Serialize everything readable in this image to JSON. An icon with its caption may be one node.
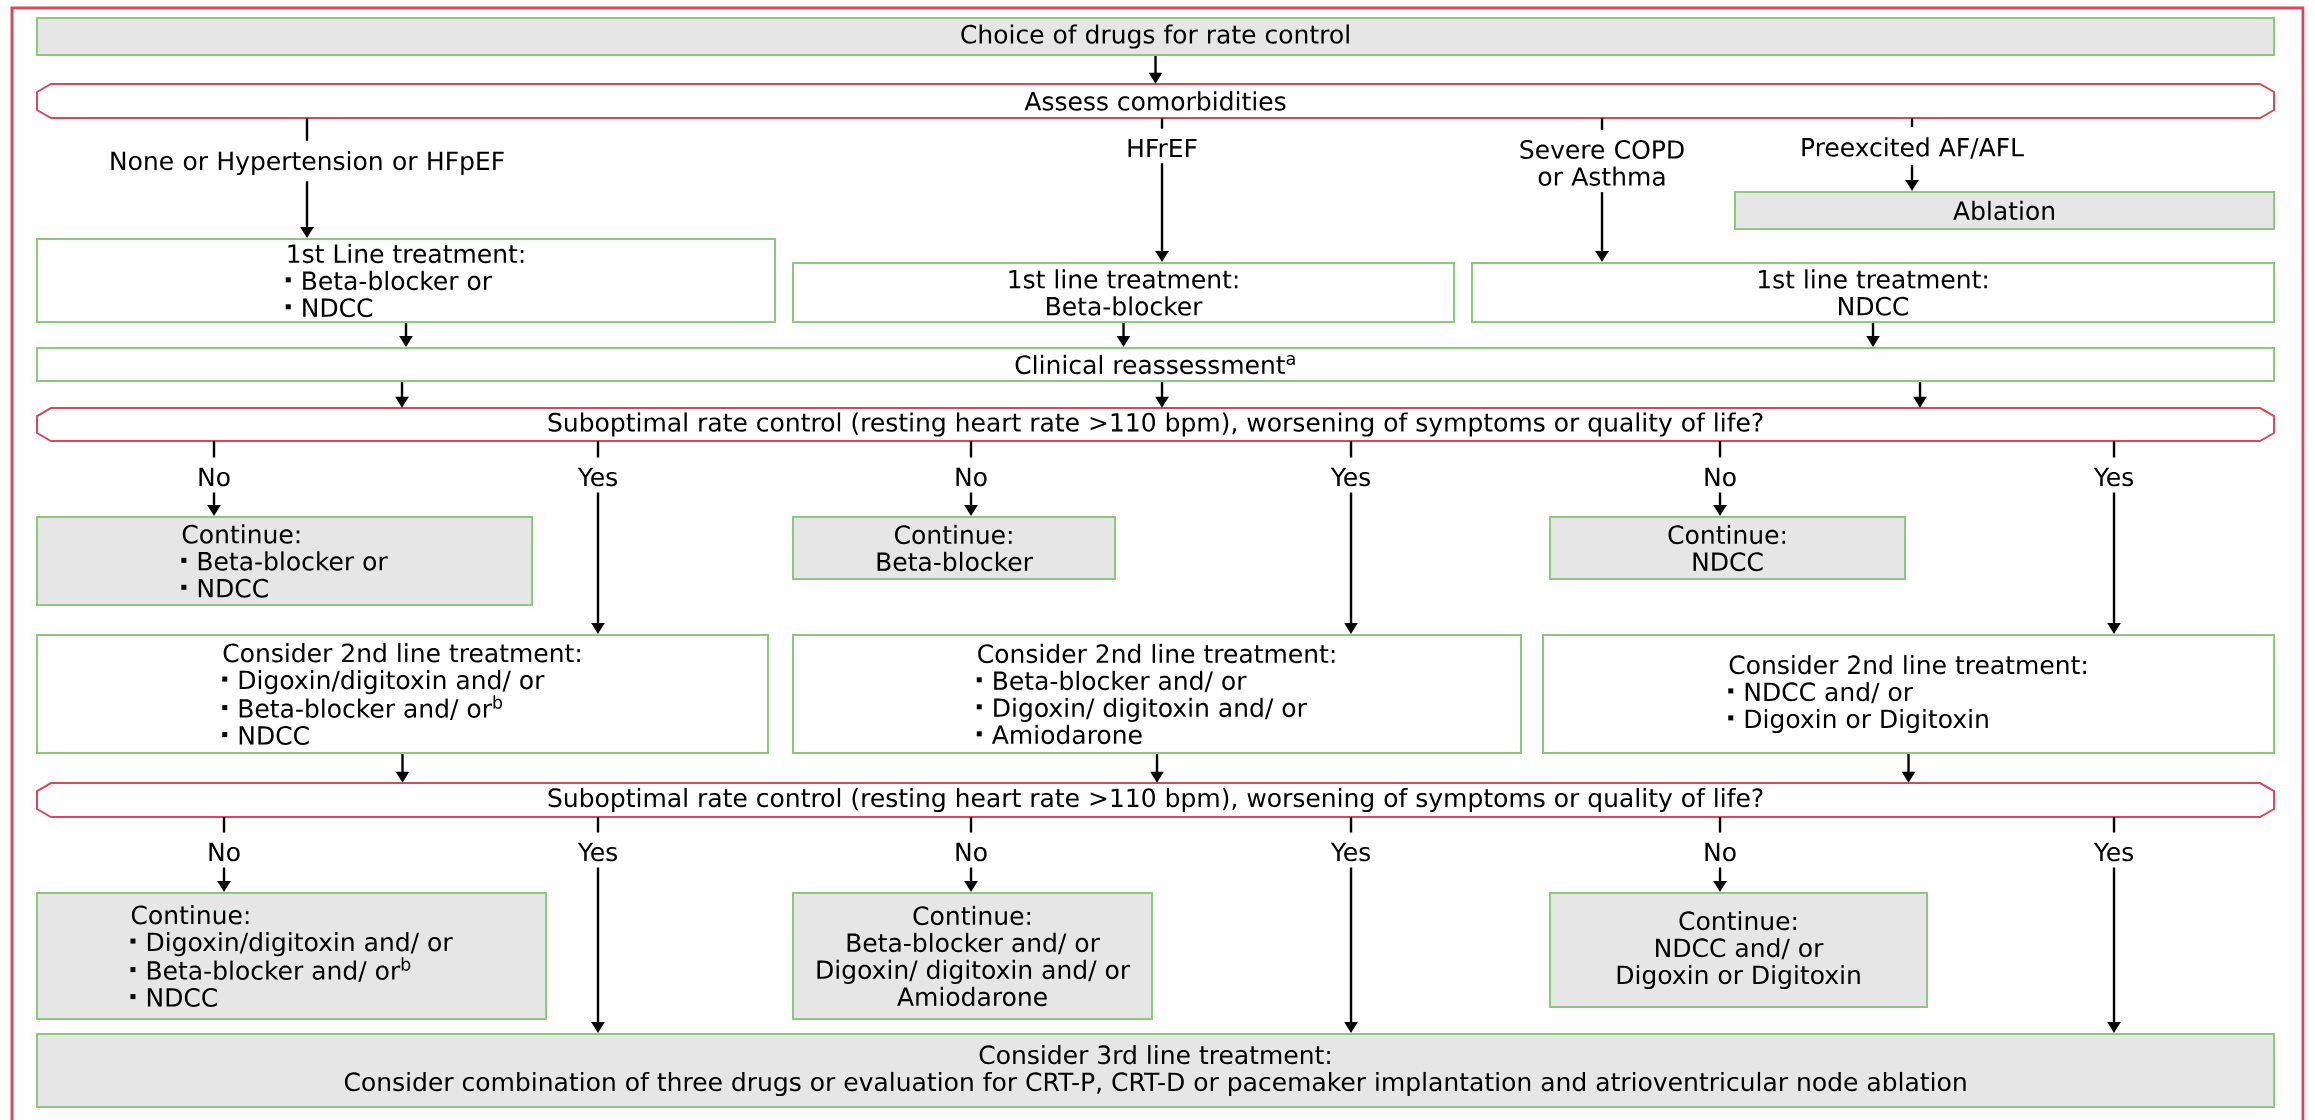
{
  "diagram": {
    "nodes": [
      {
        "text": [
          "Choice of drugs for rate control"
        ]
      },
      {
        "text": [
          "Assess comorbidities"
        ]
      },
      {
        "text": [
          "None or Hypertension or HFpEF"
        ]
      },
      {
        "text": [
          "HFrEF"
        ]
      },
      {
        "text": [
          "Severe COPD or Asthma"
        ]
      },
      {
        "text": [
          "Preexcited AF/AFL"
        ]
      },
      {
        "text": [
          "Ablation"
        ]
      },
      {
        "text": [
          "1st Line treatment:",
          "Beta-blocker or",
          "NDCC"
        ]
      },
      {
        "text": [
          "1st line treatment:",
          "Beta-blocker"
        ]
      },
      {
        "text": [
          "1st line treatment:",
          "NDCC"
        ]
      },
      {
        "text": [
          "Clinical reassessment$^{a}$"
        ]
      },
      {
        "text": [
          "Suboptimal rate control (resting heart rate >110 bpm), worsening of symptoms or quality of life?"
        ]
      },
      {
        "text": [
          "No"
        ]
      },
      {
        "text": [
          "Yes"
        ]
      },
      {
        "text": [
          "No"
        ]
      },
      {
        "text": [
          "Yes"
        ]
      },
      {
        "text": [
          "No"
        ]
      },
      {
        "text": [
          "Yes"
        ]
      },
      {
        "text": [
          "Continue:",
          "Beta-blocker or",
          "NDCC"
        ]
      },
      {
        "text": [
          "Continue:",
          "Beta-blocker"
        ]
      },
      {
        "text": [
          "Continue:",
          "NDCC"
        ]
      },
      {
        "text": [
          "Consider 2nd line treatment:",
          "Digoxin/digitoxin and/ or",
          "Beta-blocker and/ or$^{b}$",
          "NDCC"
        ]
      },
      {
        "text": [
          "Consider 2nd line treatment:",
          "Beta-blocker and/ or",
          "Digoxin/ digitoxin and/ or",
          "Amiodarone"
        ]
      },
      {
        "text": [
          "Consider 2nd line treatment:",
          "NDCC and/ or",
          "Digoxin or Digitoxin"
        ]
      },
      {
        "text": [
          "Suboptimal rate control (resting heart rate >110 bpm), worsening of symptoms or quality of life?"
        ]
      },
      {
        "text": [
          "No"
        ]
      },
      {
        "text": [
          "Yes"
        ]
      },
      {
        "text": [
          "No"
        ]
      },
      {
        "text": [
          "Yes"
        ]
      },
      {
        "text": [
          "No"
        ]
      },
      {
        "text": [
          "Yes"
        ]
      },
      {
        "text": [
          "Continue:",
          "Digoxin/digitoxin and/ or",
          "Beta-blocker and/ or$^{b}$",
          "NDCC"
        ]
      },
      {
        "text": [
          "Continue:",
          "Beta-blocker and/ or",
          "Digoxin/ digitoxin and/ or",
          "Amiodarone"
        ]
      },
      {
        "text": [
          "Continue:",
          "NDCC and/ or",
          "Digoxin or Digitoxin"
        ]
      },
      {
        "text": [
          "Consider 3rd line treatment:",
          "Consider combination of three drugs or evaluation for CRT-P, CRT-D or pacemaker implantation and atrioventricular node ablation"
        ]
      }
    ],
    "edges": [
      {
        "from": 0,
        "to": 1,
        "arrow": "to"
      },
      {
        "from": 1,
        "to": 2,
        "arrow": "none"
      },
      {
        "from": 1,
        "to": 3,
        "arrow": "none"
      },
      {
        "from": 1,
        "to": 4,
        "arrow": "none"
      },
      {
        "from": 1,
        "to": 5,
        "arrow": "none"
      },
      {
        "from": 2,
        "to": 7,
        "arrow": "to"
      },
      {
        "from": 3,
        "to": 8,
        "arrow": "to"
      },
      {
        "from": 4,
        "to": 9,
        "arrow": "to"
      },
      {
        "from": 5,
        "to": 6,
        "arrow": "to"
      },
      {
        "from": 7,
        "to": 10,
        "arrow": "to"
      },
      {
        "from": 8,
        "to": 10,
        "arrow": "to"
      },
      {
        "from": 9,
        "to": 10,
        "arrow": "to"
      },
      {
        "from": 10,
        "to": 11,
        "arrow": "to"
      },
      {
        "from": 10,
        "to": 11,
        "arrow": "to"
      },
      {
        "from": 10,
        "to": 11,
        "arrow": "to"
      },
      {
        "from": 11,
        "to": 12,
        "arrow": "none"
      },
      {
        "from": 11,
        "to": 13,
        "arrow": "none"
      },
      {
        "from": 11,
        "to": 14,
        "arrow": "none"
      },
      {
        "from": 11,
        "to": 15,
        "arrow": "none"
      },
      {
        "from": 11,
        "to": 16,
        "arrow": "none"
      },
      {
        "from": 11,
        "to": 17,
        "arrow": "none"
      },
      {
        "from": 12,
        "to": 18,
        "arrow": "to"
      },
      {
        "from": 13,
        "to": 21,
        "arrow": "to"
      },
      {
        "from": 14,
        "to": 19,
        "arrow": "to"
      },
      {
        "from": 15,
        "to": 22,
        "arrow": "to"
      },
      {
        "from": 16,
        "to": 20,
        "arrow": "to"
      },
      {
        "from": 17,
        "to": 23,
        "arrow": "to"
      },
      {
        "from": 21,
        "to": 24,
        "arrow": "to"
      },
      {
        "from": 22,
        "to": 24,
        "arrow": "to"
      },
      {
        "from": 23,
        "to": 24,
        "arrow": "to"
      },
      {
        "from": 24,
        "to": 25,
        "arrow": "none"
      },
      {
        "from": 24,
        "to": 26,
        "arrow": "none"
      },
      {
        "from": 24,
        "to": 27,
        "arrow": "none"
      },
      {
        "from": 24,
        "to": 28,
        "arrow": "none"
      },
      {
        "from": 24,
        "to": 29,
        "arrow": "none"
      },
      {
        "from": 24,
        "to": 30,
        "arrow": "none"
      },
      {
        "from": 25,
        "to": 31,
        "arrow": "to"
      },
      {
        "from": 26,
        "to": 34,
        "arrow": "to"
      },
      {
        "from": 27,
        "to": 32,
        "arrow": "to"
      },
      {
        "from": 28,
        "to": 34,
        "arrow": "to"
      },
      {
        "from": 29,
        "to": 33,
        "arrow": "to"
      },
      {
        "from": 30,
        "to": 34,
        "arrow": "to"
      }
    ]
  }
}
